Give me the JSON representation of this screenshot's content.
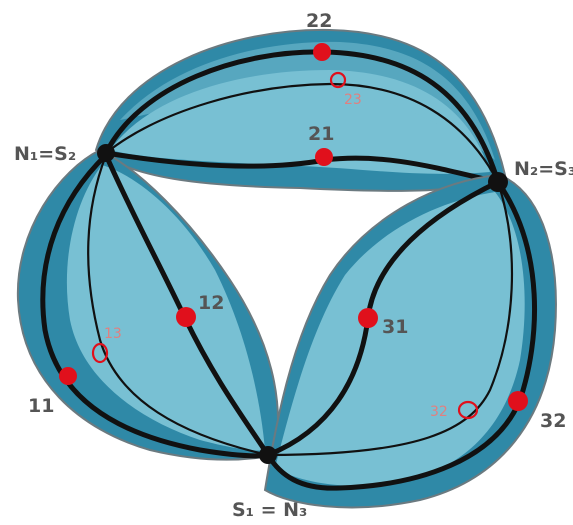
{
  "nodes": {
    "top_left": "N₁=S₂",
    "top_right": "N₂=S₃",
    "bottom": "S₁ = N₃"
  },
  "curve_labels": {
    "c11": "11",
    "c12": "12",
    "c13": "13",
    "c21": "21",
    "c22": "22",
    "c23": "23",
    "c31": "31",
    "c32": "32",
    "c32b": "32"
  },
  "colors": {
    "lens_dark": "#2f89a7",
    "lens_light": "#78c0d3",
    "curve": "#111111",
    "marker": "#e0101c",
    "node": "#111111"
  }
}
